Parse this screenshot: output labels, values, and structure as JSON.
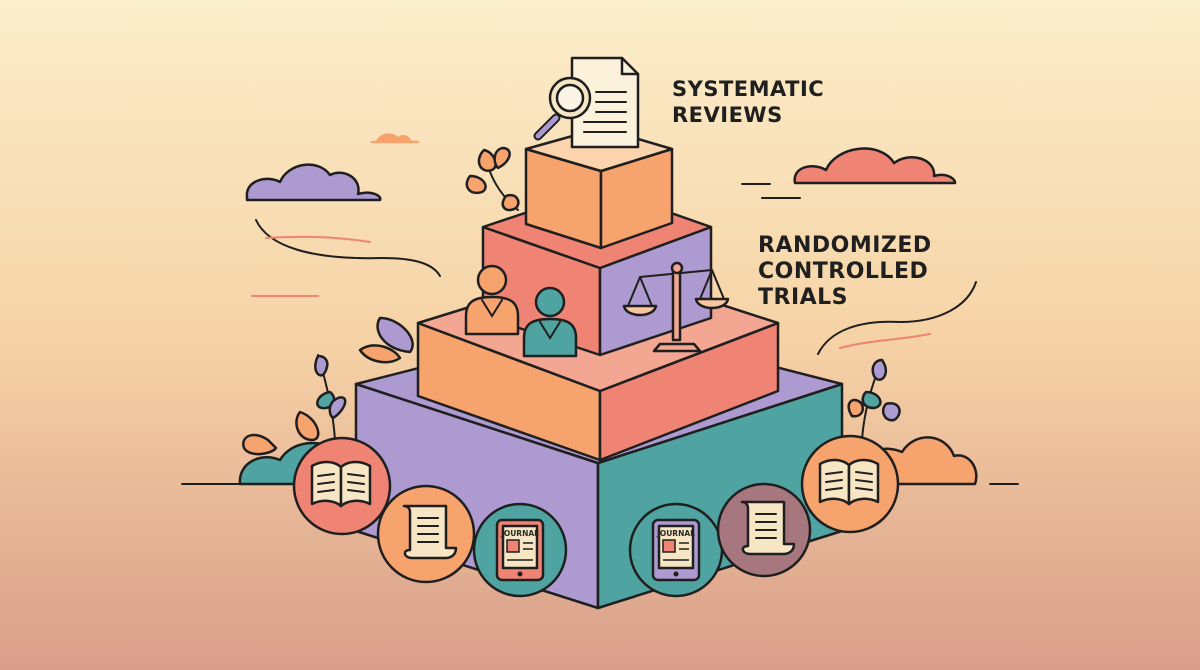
{
  "labels": {
    "top": [
      "SYSTEMATIC",
      "REVIEWS"
    ],
    "middle": [
      "RANDOMIZED",
      "CONTROLLED",
      "TRIALS"
    ]
  },
  "badges": {
    "journal_text": "JOURNAL"
  },
  "colors": {
    "background_top": "#fbeecb",
    "background_bottom": "#d99e8a",
    "orange": "#f6a36e",
    "coral": "#ef8475",
    "pink": "#f3a692",
    "purple": "#ad9ad0",
    "teal": "#4fa3a0",
    "mauve": "#a6777f",
    "paper": "#f7e6c4",
    "ink": "#1f1f1f"
  },
  "icons": [
    "magnifier-document-icon",
    "scales-of-justice-icon",
    "person-icon",
    "open-book-icon",
    "scroll-icon",
    "journal-tablet-icon",
    "leaf-sprig-icon",
    "cloud-icon"
  ]
}
